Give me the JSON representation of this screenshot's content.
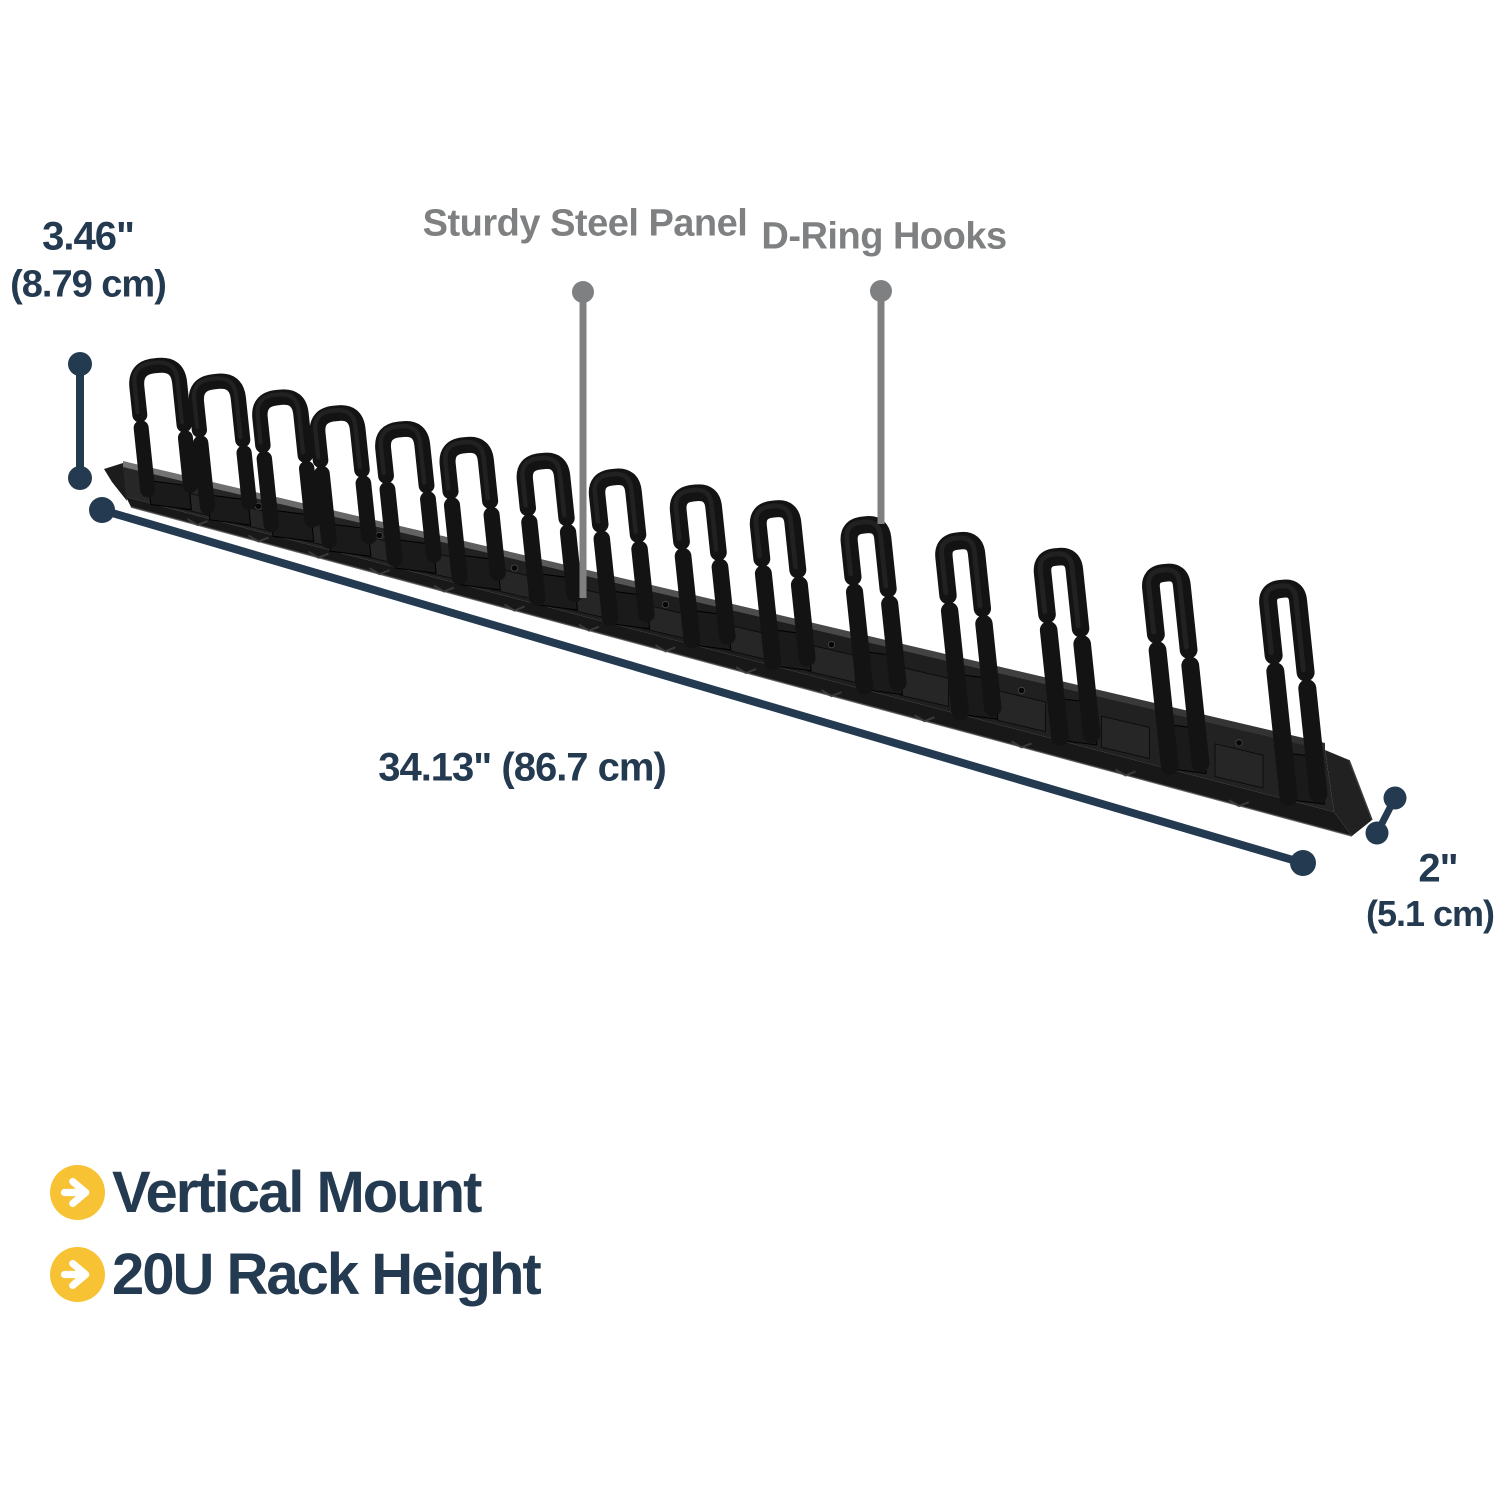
{
  "product": {
    "name": "Vertical cable management panel with D-ring hooks",
    "hook_count": 15,
    "panel_color": "#1e1e1e",
    "hook_color": "#131313"
  },
  "callouts": {
    "steel_panel": {
      "label": "Sturdy Steel Panel"
    },
    "d_ring": {
      "label": "D-Ring Hooks"
    }
  },
  "dimensions": {
    "height": {
      "imperial": "3.46\"",
      "metric": "(8.79 cm)"
    },
    "length": {
      "combined": "34.13\" (86.7 cm)"
    },
    "depth": {
      "imperial": "2\"",
      "metric": "(5.1 cm)"
    }
  },
  "features": [
    {
      "label": "Vertical Mount"
    },
    {
      "label": "20U Rack Height"
    }
  ],
  "colors": {
    "annotation_navy": "#233A50",
    "callout_gray": "#7F8082",
    "bullet_yellow": "#F7C234",
    "arrow_white": "#FFFFFF"
  }
}
